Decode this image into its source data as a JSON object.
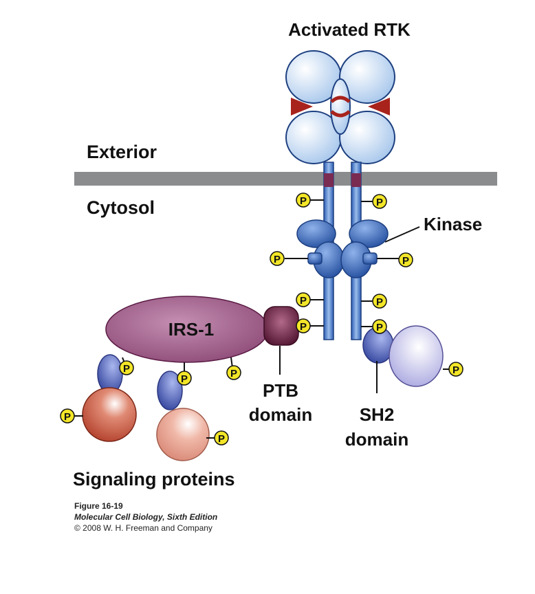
{
  "diagram": {
    "labels": {
      "activated_rtk": "Activated RTK",
      "exterior": "Exterior",
      "cytosol": "Cytosol",
      "kinase": "Kinase",
      "irs1": "IRS-1",
      "ptb_line1": "PTB",
      "ptb_line2": "domain",
      "sh2_line1": "SH2",
      "sh2_line2": "domain",
      "signaling_proteins": "Signaling proteins",
      "phospho": "P"
    },
    "caption": {
      "figure": "Figure 16-19",
      "book": "Molecular Cell Biology, Sixth Edition",
      "copyright": "© 2008 W. H. Freeman and Company"
    },
    "colors": {
      "membrane": "#8a8c8e",
      "receptor_light": "#cfe2f6",
      "receptor_blue": "#3f74c4",
      "kinase_blue": "#2f5fb0",
      "ligand_red": "#a8231c",
      "irs_purple": "#9c5a86",
      "ptb_dark": "#5a1634",
      "phospho_yellow": "#f3e628",
      "signal_red": "#c5533e",
      "signal_pink": "#e7a08e",
      "sh2_lavender": "#c9c8ec",
      "adapter_blue": "#4b5db0"
    }
  }
}
